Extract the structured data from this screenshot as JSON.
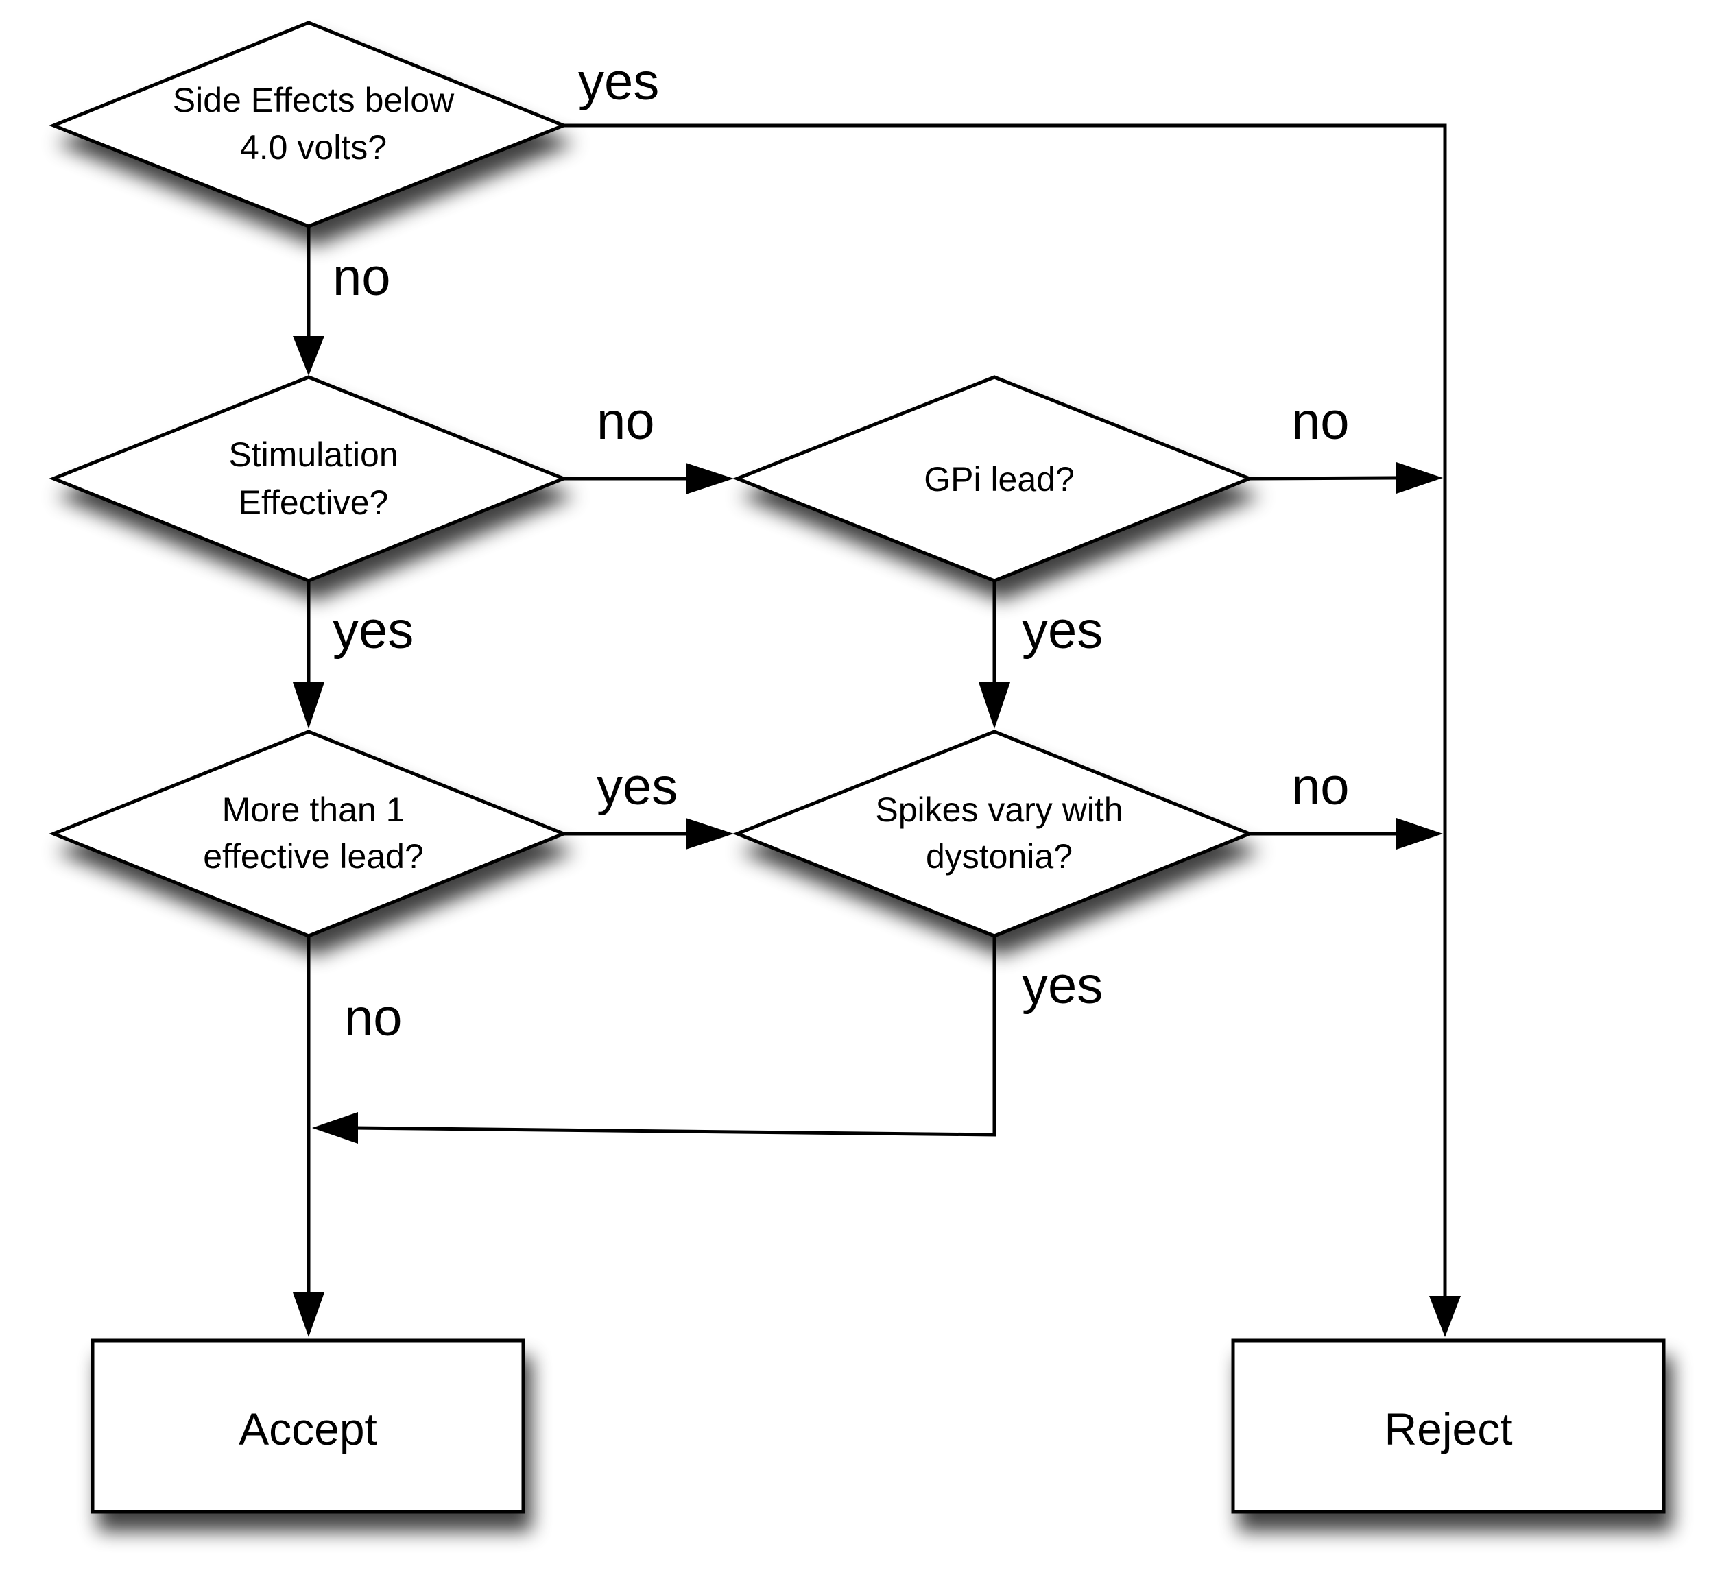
{
  "diagram": {
    "nodes": {
      "side_effects": {
        "line1": "Side Effects below",
        "line2": "4.0 volts?"
      },
      "stim_effective": {
        "line1": "Stimulation",
        "line2": "Effective?"
      },
      "gpi_lead": {
        "line1": "GPi lead?"
      },
      "more_than_one": {
        "line1": "More than 1",
        "line2": "effective lead?"
      },
      "spikes_vary": {
        "line1": "Spikes vary with",
        "line2": "dystonia?"
      },
      "accept": {
        "label": "Accept"
      },
      "reject": {
        "label": "Reject"
      }
    },
    "edges": {
      "side_effects_yes": "yes",
      "side_effects_no": "no",
      "stim_no": "no",
      "stim_yes": "yes",
      "gpi_no": "no",
      "gpi_yes": "yes",
      "more_yes": "yes",
      "more_no": "no",
      "spikes_no": "no",
      "spikes_yes": "yes"
    }
  }
}
